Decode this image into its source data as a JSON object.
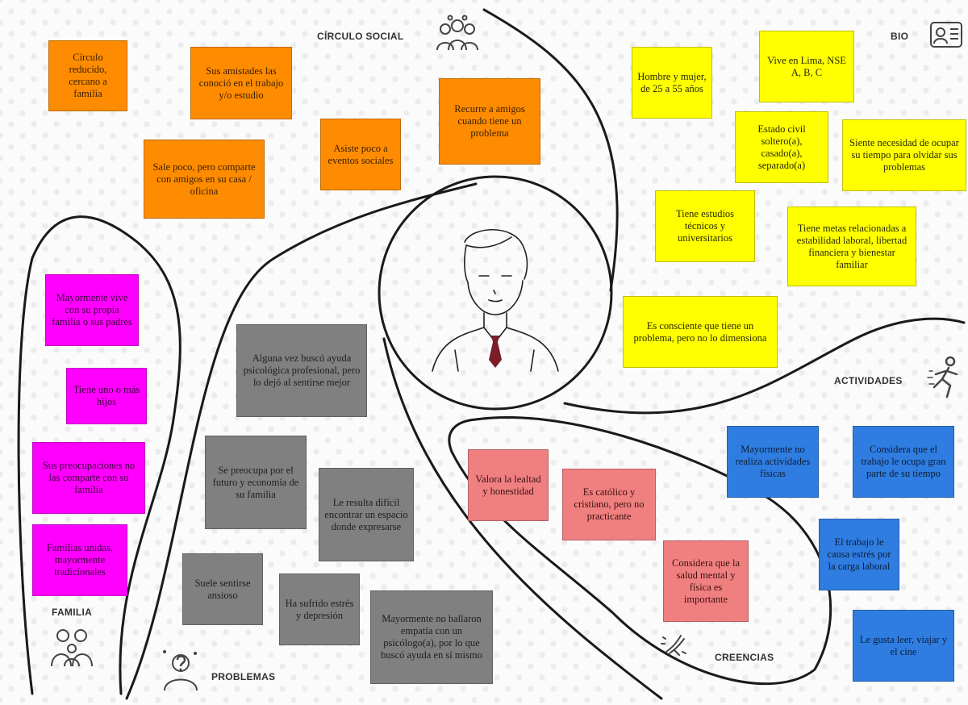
{
  "sections": {
    "circulo_social": "CÍRCULO SOCIAL",
    "bio": "BIO",
    "actividades": "ACTIVIDADES",
    "familia": "FAMILIA",
    "problemas": "PROBLEMAS",
    "creencias": "CREENCIAS"
  },
  "notes": {
    "circulo_social": [
      "Círculo reducido, cercano a familia",
      "Sus amistades las conoció en el trabajo y/o estudio",
      "Recurre a amigos cuando tiene un problema",
      "Asiste poco a eventos sociales",
      "Sale poco, pero comparte con amigos en su casa / oficina"
    ],
    "bio": [
      "Hombre y mujer, de 25 a 55 años",
      "Vive en Lima, NSE A, B, C",
      "Estado civil soltero(a), casado(a), separado(a)",
      "Siente necesidad de ocupar su tiempo para olvidar sus problemas",
      "Tiene estudios técnicos y universitarios",
      "Tiene metas relacionadas a estabilidad laboral, libertad financiera y bienestar familiar",
      "Es consciente que tiene un problema, pero no lo dimensiona"
    ],
    "familia": [
      "Mayormente vive con su propia familia o sus padres",
      "Tiene uno o más hijos",
      "Sus preocupaciones no las comparte con su familia",
      "Familias unidas, mayormente tradicionales"
    ],
    "problemas": [
      "Alguna vez buscó ayuda psicológica profesional, pero lo dejó al sentirse mejor",
      "Se preocupa por el futuro y economía de su familia",
      "Le resulta difícil encontrar un espacio donde expresarse",
      "Suele sentirse ansioso",
      "Ha sufrido estrés y depresión",
      "Mayormente no hallaron empatía con un psicólogo(a), por lo que buscó ayuda en sí mismo"
    ],
    "creencias": [
      "Valora la lealtad y honestidad",
      "Es católico y cristiano, pero no practicante",
      "Considera que la salud mental y física es importante"
    ],
    "actividades": [
      "Mayormente no realiza actividades físicas",
      "Considera que el trabajo le ocupa gran parte de su tiempo",
      "El trabajo le causa estrés por la carga laboral",
      "Le gusta leer, viajar y el cine"
    ]
  },
  "colors": {
    "orange": "#ff8c00",
    "yellow": "#ffff00",
    "magenta": "#ff00ff",
    "gray": "#808080",
    "pink": "#f08080",
    "blue": "#2f7de1",
    "line": "#1a1a1a"
  },
  "icons": {
    "circulo_social": "group-people-icon",
    "bio": "id-card-icon",
    "actividades": "running-person-icon",
    "familia": "family-icon",
    "problemas": "person-question-icon",
    "creencias": "faith-symbol-icon",
    "center": "person-portrait-icon"
  }
}
